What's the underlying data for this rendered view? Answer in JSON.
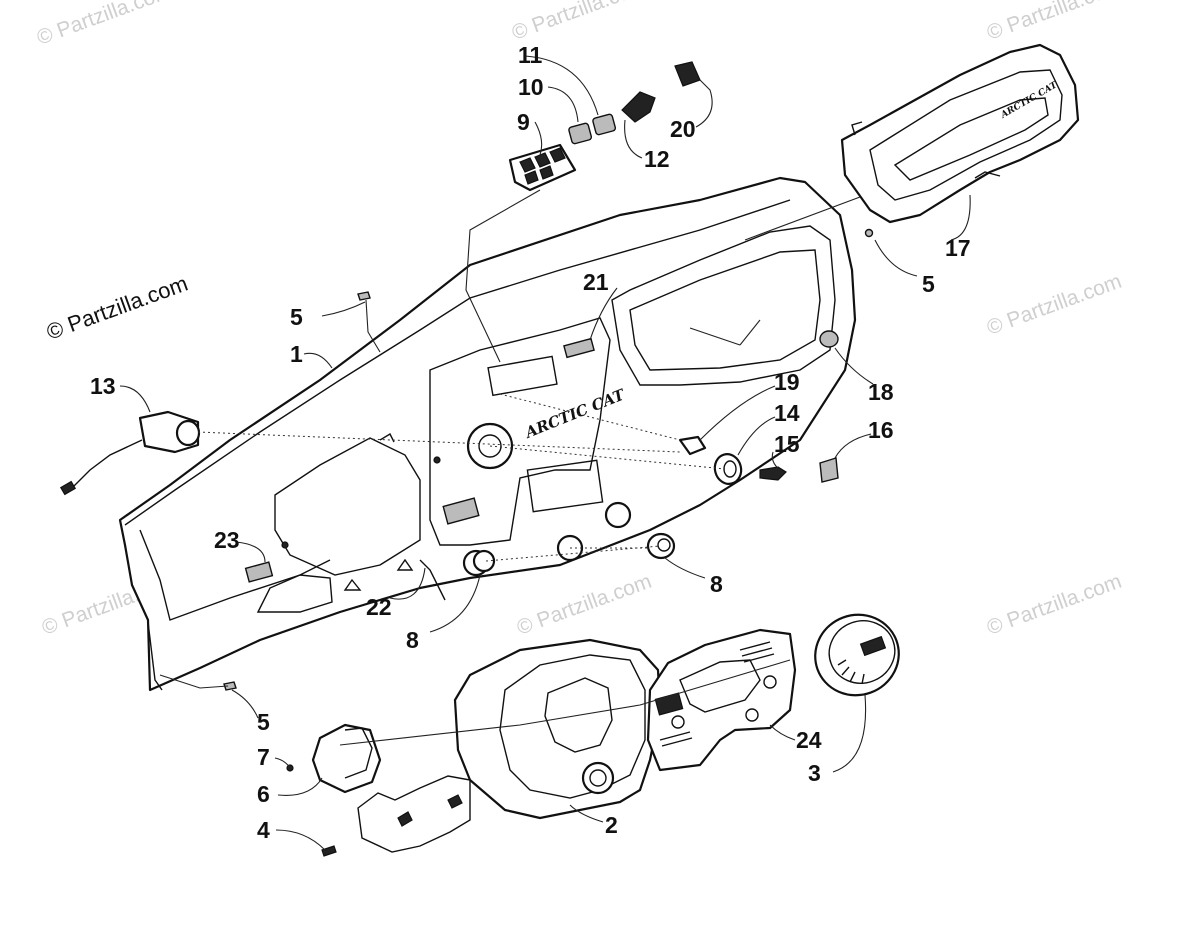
{
  "watermarks": {
    "main": "© Partzilla.com",
    "faint": "© Partzilla.com"
  },
  "brand": {
    "dash_logo": "ARCTIC CAT",
    "cover_logo": "ARCTIC CAT"
  },
  "callouts": {
    "c1": "1",
    "c2": "2",
    "c3": "3",
    "c4": "4",
    "c5a": "5",
    "c5b": "5",
    "c5c": "5",
    "c6": "6",
    "c7": "7",
    "c8a": "8",
    "c8b": "8",
    "c9": "9",
    "c10": "10",
    "c11": "11",
    "c12": "12",
    "c13": "13",
    "c14": "14",
    "c15": "15",
    "c16": "16",
    "c17": "17",
    "c18": "18",
    "c19": "19",
    "c20": "20",
    "c21": "21",
    "c22": "22",
    "c23": "23",
    "c24": "24"
  },
  "colors": {
    "line": "#111111",
    "watermark": "#cfcfcf",
    "background": "#ffffff"
  }
}
